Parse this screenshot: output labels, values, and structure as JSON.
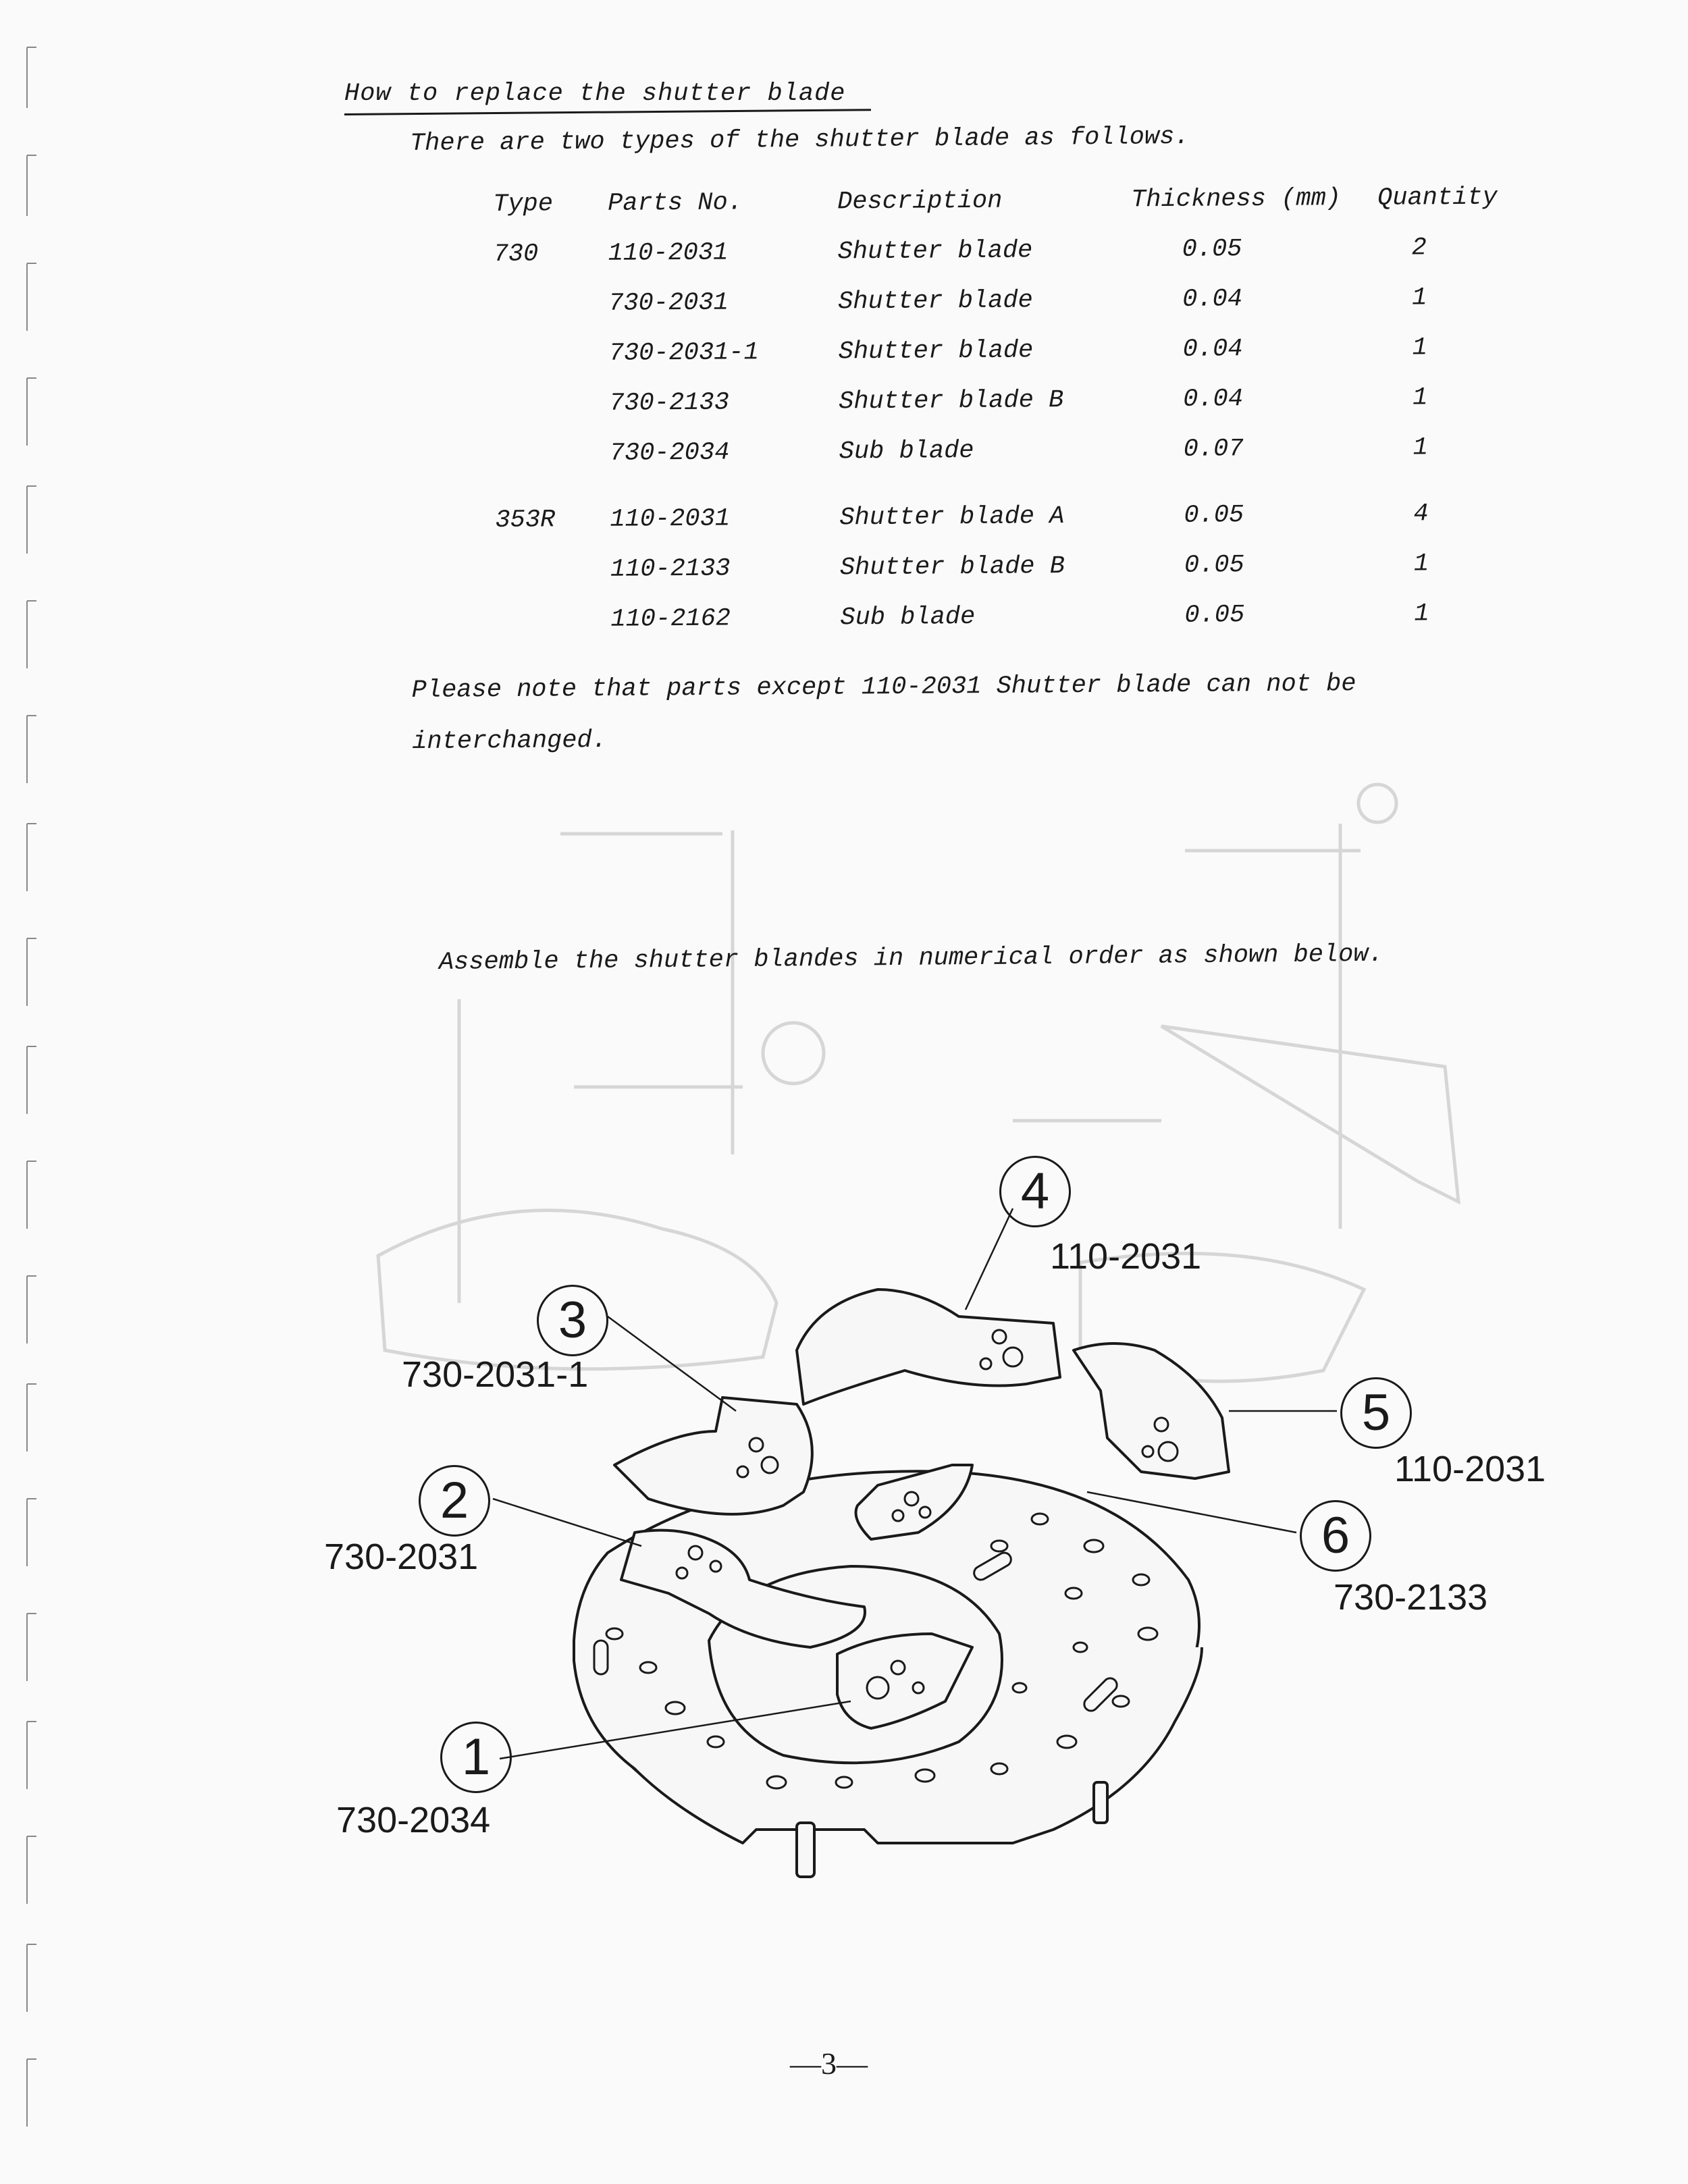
{
  "heading": "How to replace the shutter blade",
  "intro": "There are two types of the shutter blade as follows.",
  "table": {
    "headers": {
      "type": "Type",
      "parts_no": "Parts No.",
      "description": "Description",
      "thickness": "Thickness (mm)",
      "quantity": "Quantity"
    },
    "rows": [
      {
        "type": "730",
        "parts_no": "110-2031",
        "description": "Shutter blade",
        "thickness": "0.05",
        "quantity": "2"
      },
      {
        "type": "",
        "parts_no": "730-2031",
        "description": "Shutter blade",
        "thickness": "0.04",
        "quantity": "1"
      },
      {
        "type": "",
        "parts_no": "730-2031-1",
        "description": "Shutter blade",
        "thickness": "0.04",
        "quantity": "1"
      },
      {
        "type": "",
        "parts_no": "730-2133",
        "description": "Shutter blade B",
        "thickness": "0.04",
        "quantity": "1"
      },
      {
        "type": "",
        "parts_no": "730-2034",
        "description": "Sub blade",
        "thickness": "0.07",
        "quantity": "1"
      },
      {
        "type": "353R",
        "parts_no": "110-2031",
        "description": "Shutter blade A",
        "thickness": "0.05",
        "quantity": "4"
      },
      {
        "type": "",
        "parts_no": "110-2133",
        "description": "Shutter blade B",
        "thickness": "0.05",
        "quantity": "1"
      },
      {
        "type": "",
        "parts_no": "110-2162",
        "description": "Sub blade",
        "thickness": "0.05",
        "quantity": "1"
      }
    ]
  },
  "note_line1": "Please note that parts except 110-2031 Shutter blade can not be",
  "note_line2": "interchanged.",
  "assemble": "Assemble the shutter blandes in numerical order as shown below.",
  "callouts": [
    {
      "num": "1",
      "part": "730-2034"
    },
    {
      "num": "2",
      "part": "730-2031"
    },
    {
      "num": "3",
      "part": "730-2031-1"
    },
    {
      "num": "4",
      "part": "110-2031"
    },
    {
      "num": "5",
      "part": "110-2031"
    },
    {
      "num": "6",
      "part": "730-2133"
    }
  ],
  "page_number": "—3—"
}
